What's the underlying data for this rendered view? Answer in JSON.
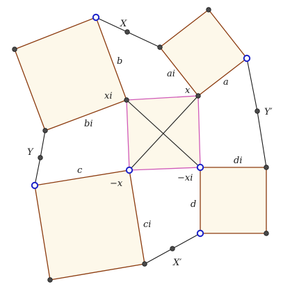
{
  "labels": {
    "X": "X",
    "X_prime": "X′",
    "Y": "Y",
    "Y_prime": "Y′",
    "a": "a",
    "ai": "ai",
    "b": "b",
    "bi": "bi",
    "c": "c",
    "ci": "ci",
    "d": "d",
    "di": "di",
    "x": "x",
    "xi": "xi",
    "neg_x": "−x",
    "neg_xi": "−xi"
  },
  "colors": {
    "square_fill": "#fdf8ea",
    "square_edge": "#8b3a0e",
    "center_square_edge": "#d05ab8",
    "vertex_ring": "#1a20c8",
    "point": "#4a4a4a"
  }
}
